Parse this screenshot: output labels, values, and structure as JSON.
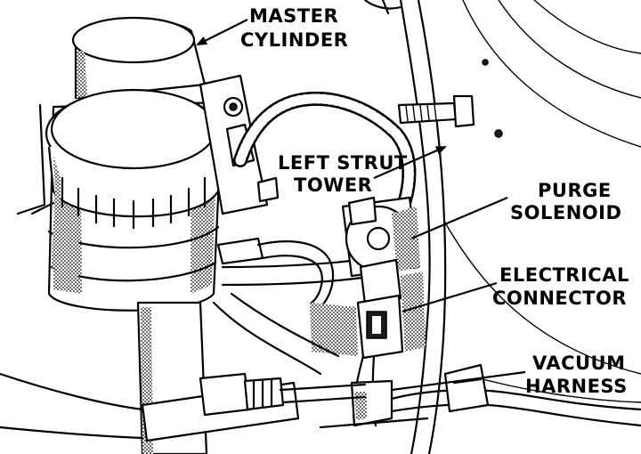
{
  "colors": {
    "ink": "#000000",
    "paper": "#ffffff",
    "shade": "#1a1a1a"
  },
  "labels": {
    "master_cylinder": [
      "MASTER",
      "CYLINDER"
    ],
    "left_strut_tower": [
      "LEFT STRUT",
      "TOWER"
    ],
    "purge_solenoid": [
      "PURGE",
      "SOLENOID"
    ],
    "electrical_connector": [
      "ELECTRICAL",
      "CONNECTOR"
    ],
    "vacuum_harness": [
      "VACUUM",
      "HARNESS"
    ]
  }
}
